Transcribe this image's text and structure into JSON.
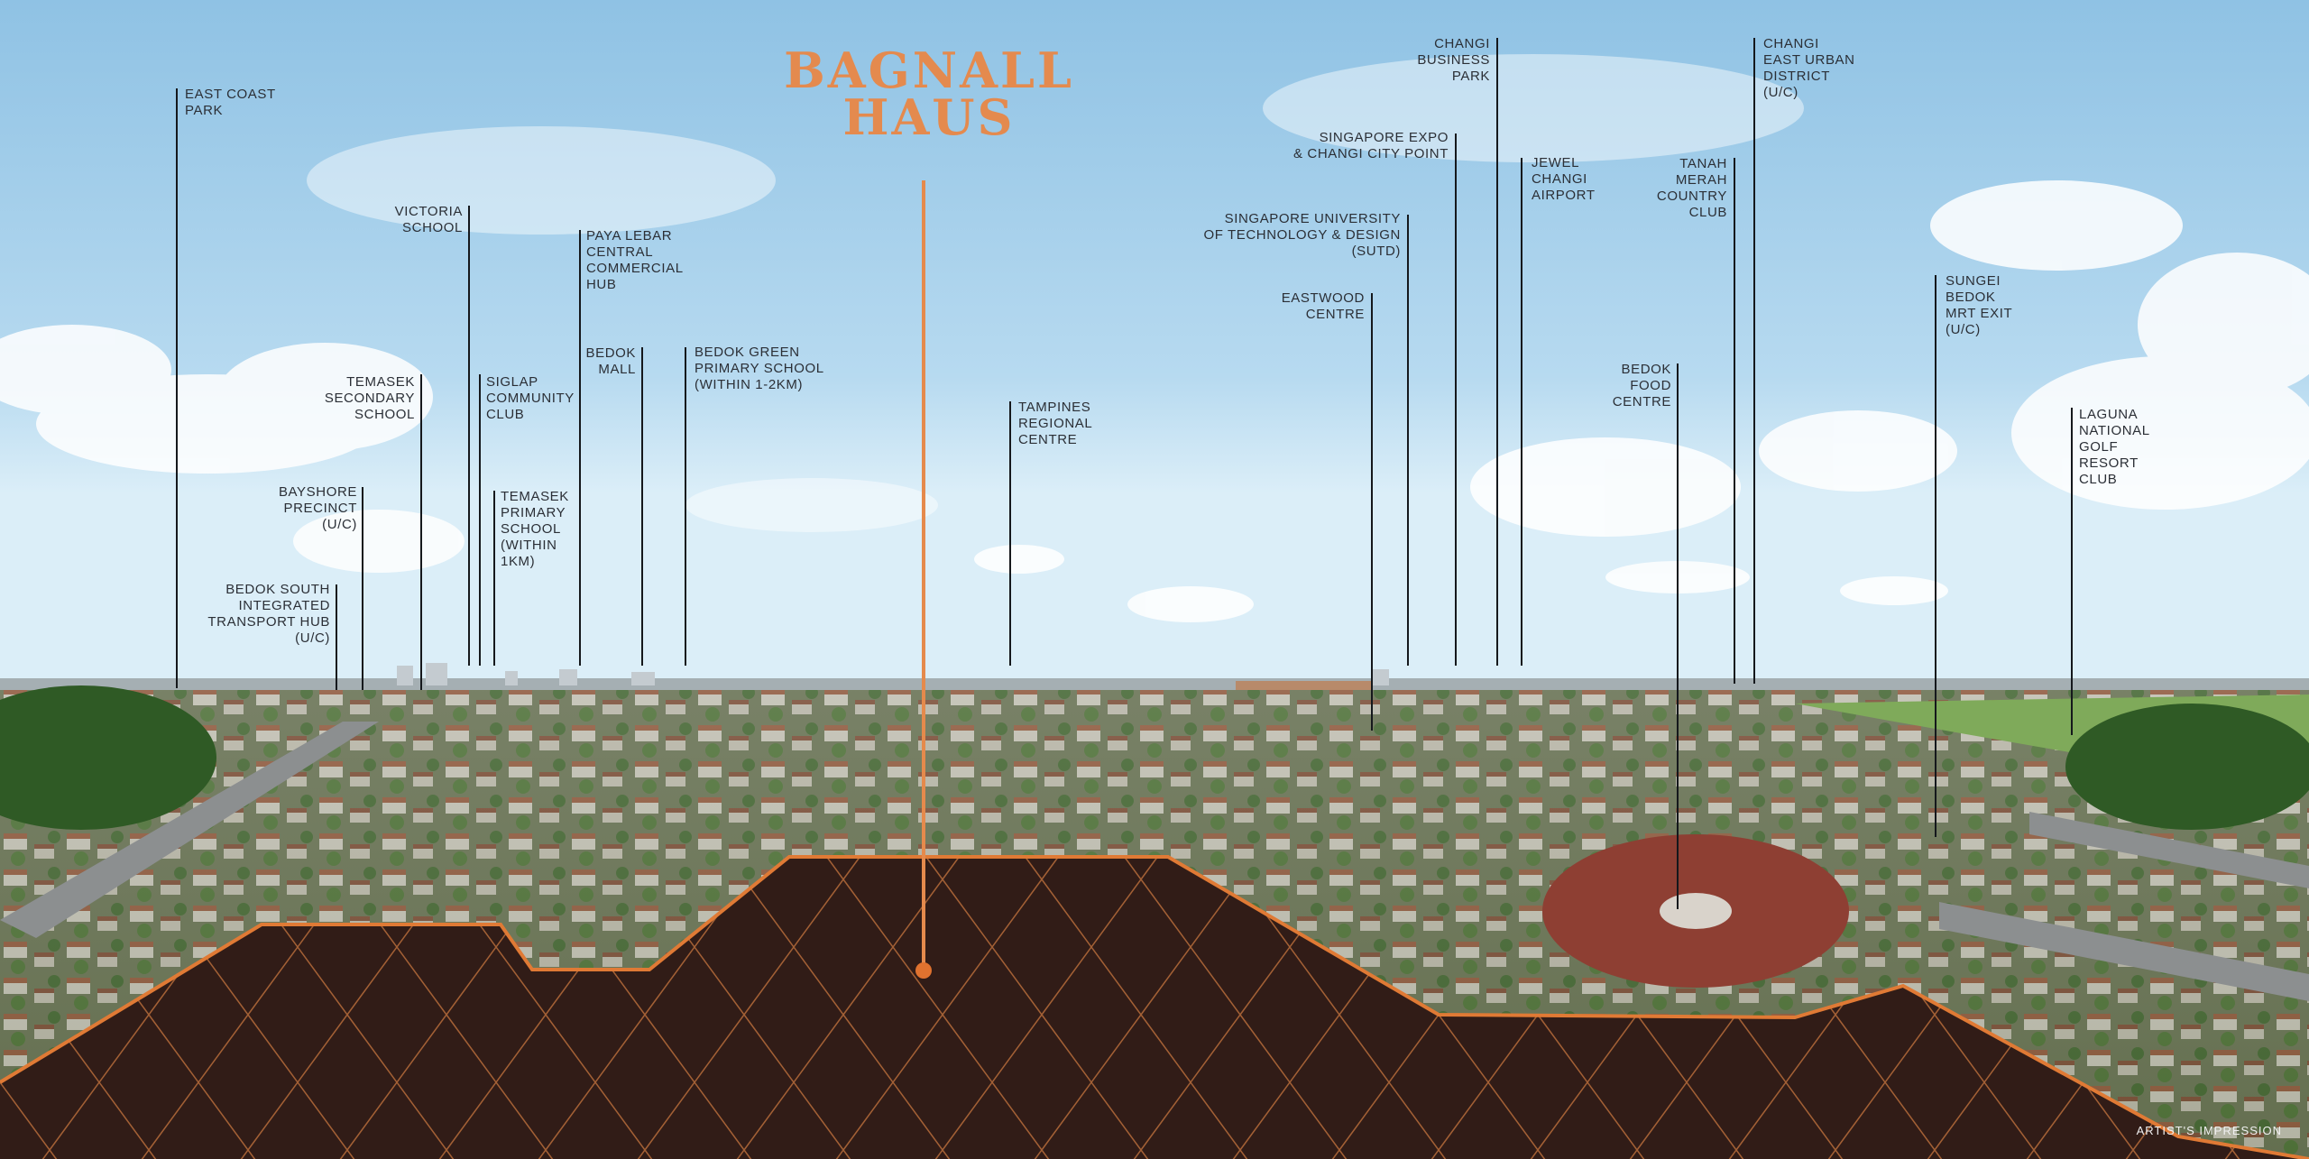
{
  "brand": {
    "line1": "BAGNALL",
    "line2": "HAUS"
  },
  "footer": {
    "impression": "ARTIST'S IMPRESSION"
  },
  "colors": {
    "accent": "#e48a4e",
    "sky": "#9fcbe6",
    "ink": "#15181c"
  },
  "landmarks": [
    {
      "id": "east-coast-park",
      "text": "EAST COAST\nPARK"
    },
    {
      "id": "bedok-south-integrated-transport-hub",
      "text": "BEDOK SOUTH\nINTEGRATED\nTRANSPORT HUB\n(U/C)"
    },
    {
      "id": "bayshore-precinct",
      "text": "BAYSHORE\nPRECINCT\n(U/C)"
    },
    {
      "id": "temasek-secondary-school",
      "text": "TEMASEK\nSECONDARY\nSCHOOL"
    },
    {
      "id": "victoria-school",
      "text": "VICTORIA\nSCHOOL"
    },
    {
      "id": "siglap-community-club",
      "text": "SIGLAP\nCOMMUNITY\nCLUB"
    },
    {
      "id": "temasek-primary-school",
      "text": "TEMASEK\nPRIMARY\nSCHOOL\n(WITHIN\n1KM)"
    },
    {
      "id": "paya-lebar-central",
      "text": "PAYA LEBAR\nCENTRAL\nCOMMERCIAL\nHUB"
    },
    {
      "id": "bedok-mall",
      "text": "BEDOK\nMALL"
    },
    {
      "id": "bedok-green-primary-school",
      "text": "BEDOK GREEN\nPRIMARY SCHOOL\n(WITHIN 1-2KM)"
    },
    {
      "id": "tampines-regional-centre",
      "text": "TAMPINES\nREGIONAL\nCENTRE"
    },
    {
      "id": "eastwood-centre",
      "text": "EASTWOOD\nCENTRE"
    },
    {
      "id": "sutd",
      "text": "SINGAPORE UNIVERSITY\nOF TECHNOLOGY & DESIGN\n(SUTD)"
    },
    {
      "id": "singapore-expo",
      "text": "SINGAPORE EXPO\n& CHANGI CITY POINT"
    },
    {
      "id": "changi-business-park",
      "text": "CHANGI\nBUSINESS\nPARK"
    },
    {
      "id": "jewel-changi-airport",
      "text": "JEWEL\nCHANGI\nAIRPORT"
    },
    {
      "id": "bedok-food-centre",
      "text": "BEDOK\nFOOD\nCENTRE"
    },
    {
      "id": "tanah-merah-country-club",
      "text": "TANAH\nMERAH\nCOUNTRY\nCLUB"
    },
    {
      "id": "changi-east-urban-district",
      "text": "CHANGI\nEAST URBAN\nDISTRICT\n(U/C)"
    },
    {
      "id": "sungei-bedok-mrt-exit",
      "text": "SUNGEI\nBEDOK\nMRT EXIT\n(U/C)"
    },
    {
      "id": "laguna-national-golf-resort-club",
      "text": "LAGUNA\nNATIONAL\nGOLF\nRESORT\nCLUB"
    }
  ]
}
